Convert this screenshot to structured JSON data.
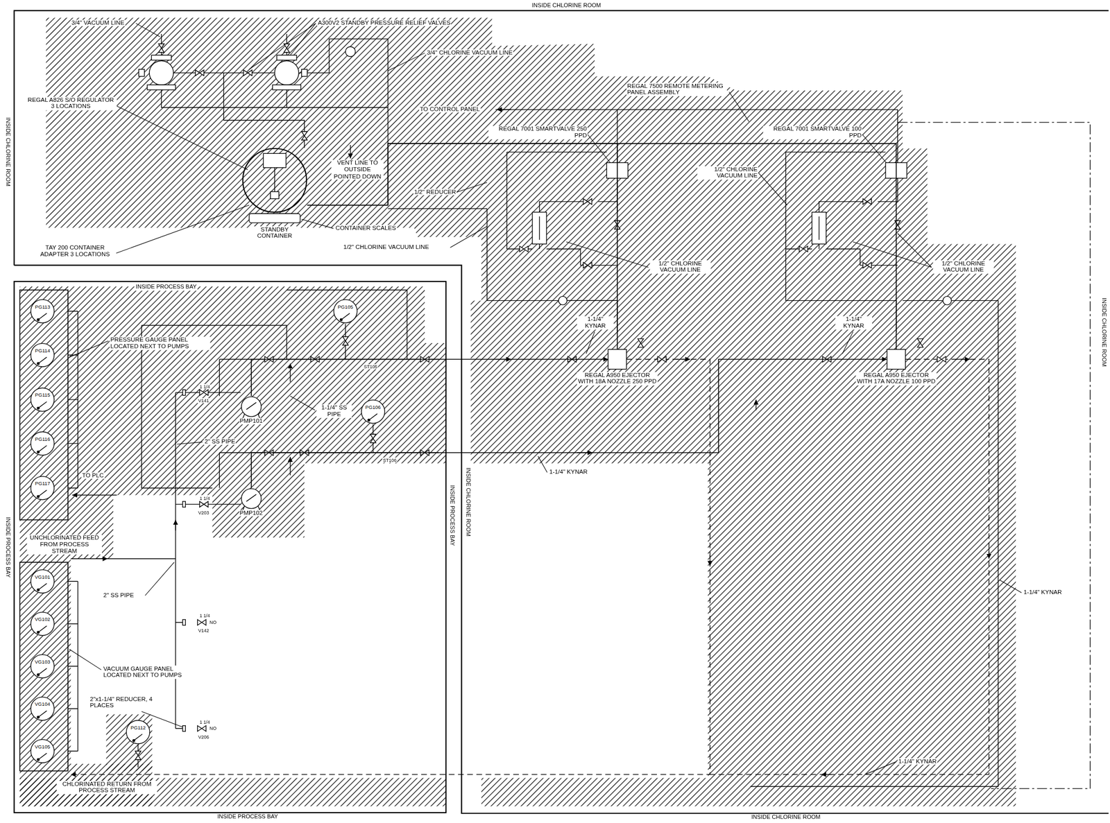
{
  "diagram": {
    "nodes": [
      {
        "text": [
          "INSIDE CHLORINE ROOM",
          "INSIDE CHLORINE ROOM",
          "INSIDE CHLORINE ROOM",
          "INSIDE CHLORINE ROOM",
          "INSIDE CHLORINE ROOM"
        ]
      },
      {
        "text": [
          "INSIDE PROCESS BAY",
          "INSIDE PROCESS BAY",
          "INSIDE PROCESS BAY",
          "INSIDE PROCESS BAY"
        ]
      },
      {
        "text": [
          "STANDBY CONTAINER"
        ],
        "in": 0
      },
      {
        "text": [
          "REGAL A950 EJECTOR WITH 18A NOZZLE 250 PPD"
        ],
        "in": 0
      },
      {
        "text": [
          "REGAL A950 EJECTOR WITH 17A NOZZLE 100 PPD"
        ],
        "in": 0
      },
      {
        "text": [
          "PMP101"
        ],
        "in": 1
      },
      {
        "text": [
          "PMP102"
        ],
        "in": 1
      },
      {
        "text": [
          "PG105"
        ],
        "in": 1
      },
      {
        "text": [
          "PG106"
        ],
        "in": 1
      },
      {
        "text": [
          "PG113"
        ],
        "in": 1
      },
      {
        "text": [
          "PG114"
        ],
        "in": 1
      },
      {
        "text": [
          "PG115"
        ],
        "in": 1
      },
      {
        "text": [
          "PG116"
        ],
        "in": 1
      },
      {
        "text": [
          "PG117"
        ],
        "in": 1
      },
      {
        "text": [
          "VG101"
        ],
        "in": 1
      },
      {
        "text": [
          "VG102"
        ],
        "in": 1
      },
      {
        "text": [
          "VG103"
        ],
        "in": 1
      },
      {
        "text": [
          "VG104"
        ],
        "in": 1
      },
      {
        "text": [
          "VG105"
        ],
        "in": 1
      },
      {
        "text": [
          "PG112"
        ],
        "in": 1
      }
    ],
    "edges": [
      {
        "from": 5,
        "to": 3,
        "arrow": "to"
      },
      {
        "from": 6,
        "to": 4,
        "label": "1-1/4\" KYNAR",
        "arrow": "to"
      },
      {
        "from": 2,
        "to": 3,
        "arrow": "none"
      },
      {
        "from": 2,
        "to": 4,
        "arrow": "none"
      }
    ],
    "labels": [
      "3/4\" VACUUM LINE",
      "A300V2 STANDBY PRESSURE RELIEF VALVES",
      "3/4\" CHLORINE VACUUM LINE",
      "REGAL A826 S/O REGULATOR 3 LOCATIONS",
      "VENT LINE TO OUTSIDE POINTED DOWN",
      "1/2\" REDUCER",
      "CONTAINER SCALES",
      "TAY 200 CONTAINER ADAPTER 3 LOCATIONS",
      "1/2\" CHLORINE VACUUM LINE",
      "TO CONTROL PANEL",
      "REGAL 7500 REMOTE METERING PANEL ASSEMBLY",
      "REGAL 7001 SMARTVALVE 250 PPD",
      "REGAL 7001 SMARTVALVE 100 PPD",
      "1/2\" CHLORINE VACUUM LINE",
      "1/2\" CHLORINE VACUUM LINE",
      "1/2\" CHLORINE VACUUM LINE",
      "1-1/4\" KYNAR",
      "1-1/4\" KYNAR",
      "1-1/4\" KYNAR",
      "1-1/4\" KYNAR",
      "PRESSURE GAUGE PANEL LOCATED NEXT TO PUMPS",
      "TO PLC",
      "UNCHLORINATED FEED FROM PROCESS STREAM",
      "2\" SS PIPE",
      "1-1/4\" SS PIPE",
      "2\" SS PIPE",
      "VACUUM GAUGE PANEL LOCATED NEXT TO PUMPS",
      "2\"x1-1/4\" REDUCER, 4 PLACES",
      "CHLORINATED RETURN FROM PROCESS STREAM",
      "V141",
      "1 1/4",
      "V203",
      "1 1/4",
      "V142",
      "1 1/4",
      "NO",
      "V206",
      "1 1/4",
      "NO",
      "ST105",
      "ST106"
    ]
  }
}
